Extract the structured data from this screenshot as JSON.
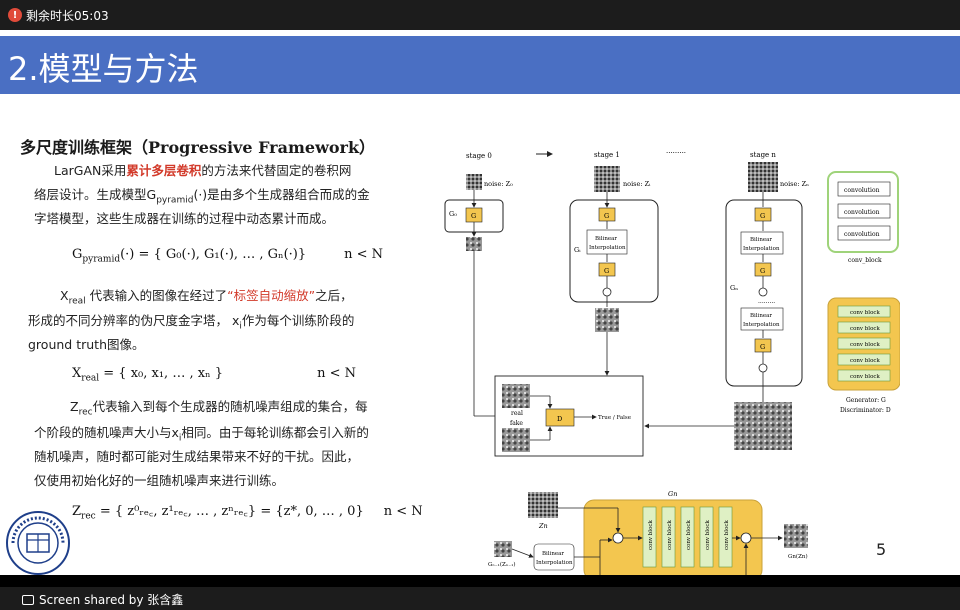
{
  "timer": {
    "label": "剩余时长05:03"
  },
  "slide": {
    "title": "2.模型与方法",
    "heading_cn": "多尺度训练框架（",
    "heading_en": "Progressive Framework",
    "heading_end": "）",
    "para1": {
      "l1a": "LarGAN采用",
      "l1b": "累计多层卷积",
      "l1c": "的方法来代替固定的卷积网",
      "l2": "络层设计。生成模型G",
      "l2sub": "pyramid",
      "l2c": "(·)是由多个生成器组合而成的金",
      "l3": "字塔模型，这些生成器在训练的过程中动态累计而成。"
    },
    "eq1": {
      "lhs": "G",
      "sub": "pyramid",
      "rhs": "(·) = { G₀(·), G₁(·), … , Gₙ(·)}",
      "cond": "n < N"
    },
    "para2": {
      "l1a": "X",
      "l1sub": "real",
      "l1b": " 代表输入的图像在经过了",
      "l1c": "“标签自动缩放”",
      "l1d": "之后，",
      "l2": "形成的不同分辨率的伪尺度金字塔，  x",
      "l2sub": "i",
      "l2b": "作为每个训练阶段的",
      "l3": "ground truth图像。"
    },
    "eq2": {
      "lhs": "X",
      "sub": "real",
      "rhs": " = { x₀, x₁, … , xₙ }",
      "cond": "n < N"
    },
    "para3": {
      "l1a": "Z",
      "l1sub": "rec",
      "l1b": "代表输入到每个生成器的随机噪声组成的集合，每",
      "l2": "个阶段的随机噪声大小与x",
      "l2sub": "i",
      "l2b": "相同。由于每轮训练都会引入新的",
      "l3": "随机噪声，随时都可能对生成结果带来不好的干扰。因此，",
      "l4": "仅使用初始化好的一组随机噪声来进行训练。"
    },
    "eq3": {
      "lhs": "Z",
      "sub": "rec",
      "rhs": " = { z⁰ᵣₑ꜀, z¹ᵣₑ꜀, … , zⁿᵣₑ꜀} = {z*, 0, … , 0}",
      "cond": "n < N"
    },
    "page_number": "5"
  },
  "diagram": {
    "stage0": "stage 0",
    "stage1": "stage 1",
    "stagen": "stage n",
    "dots1": "·········",
    "dots2": "·········",
    "noise0": "noise: Z₀",
    "noise1": "noise: Zᵢ",
    "noisen": "noise: Zₙ",
    "g0_label": "G₀",
    "gi_label": "Gᵢ",
    "gn_label": "Gₙ",
    "g": "G",
    "bilinear": "Bilinear",
    "interpolation": "Interpolation",
    "real": "real",
    "fake": "fake",
    "d": "D",
    "true_false": "True / False",
    "convolution": "convolution",
    "conv_block_caption": "conv_block",
    "conv_block": "conv block",
    "generator_legend": "Generator: G",
    "discriminator_legend": "Discriminator: D",
    "bottom_gn": "Gn",
    "bottom_zn": "Zn",
    "bottom_input": "Gₙ₋₁(Zₙ₋₁)",
    "bottom_output": "Gn(Zn)",
    "bottom_bilinear": "Bilinear",
    "bottom_interpolation": "Interpolation"
  },
  "logo": {
    "text": "山东科技大学"
  },
  "share": {
    "label": "Screen shared by 张含鑫"
  }
}
